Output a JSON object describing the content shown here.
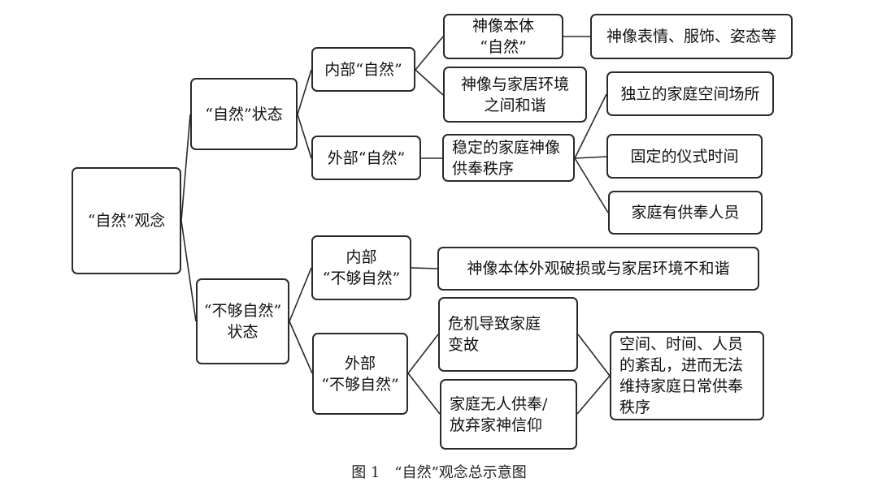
{
  "diagram": {
    "root": "“自然”观念",
    "natural_state": "“自然”状态",
    "internal_natural": "内部“自然”",
    "deity_body_natural": "神像本体\n“自然”",
    "deity_details": "神像表情、服饰、姿态等",
    "deity_home_harmony": "神像与家居环境\n之间和谐",
    "external_natural": "外部“自然”",
    "stable_order": "稳定的家庭神像\n供奉秩序",
    "independent_space": "独立的家庭空间场所",
    "fixed_time": "固定的仪式时间",
    "worship_person": "家庭有供奉人员",
    "not_natural_state": "“不够自然”\n状态",
    "internal_not_natural": "内部\n“不够自然”",
    "damage_disharmony": "神像本体外观破损或与家居环境不和谐",
    "external_not_natural": "外部\n“不够自然”",
    "crisis_change": "危机导致家庭\n变故",
    "no_worship": "家庭无人供奉/\n放弃家神信仰",
    "disorder": "空间、时间、人员\n的紊乱，进而无法\n维持家庭日常供奉\n秩序"
  },
  "caption": "图 1　“自然”观念总示意图"
}
